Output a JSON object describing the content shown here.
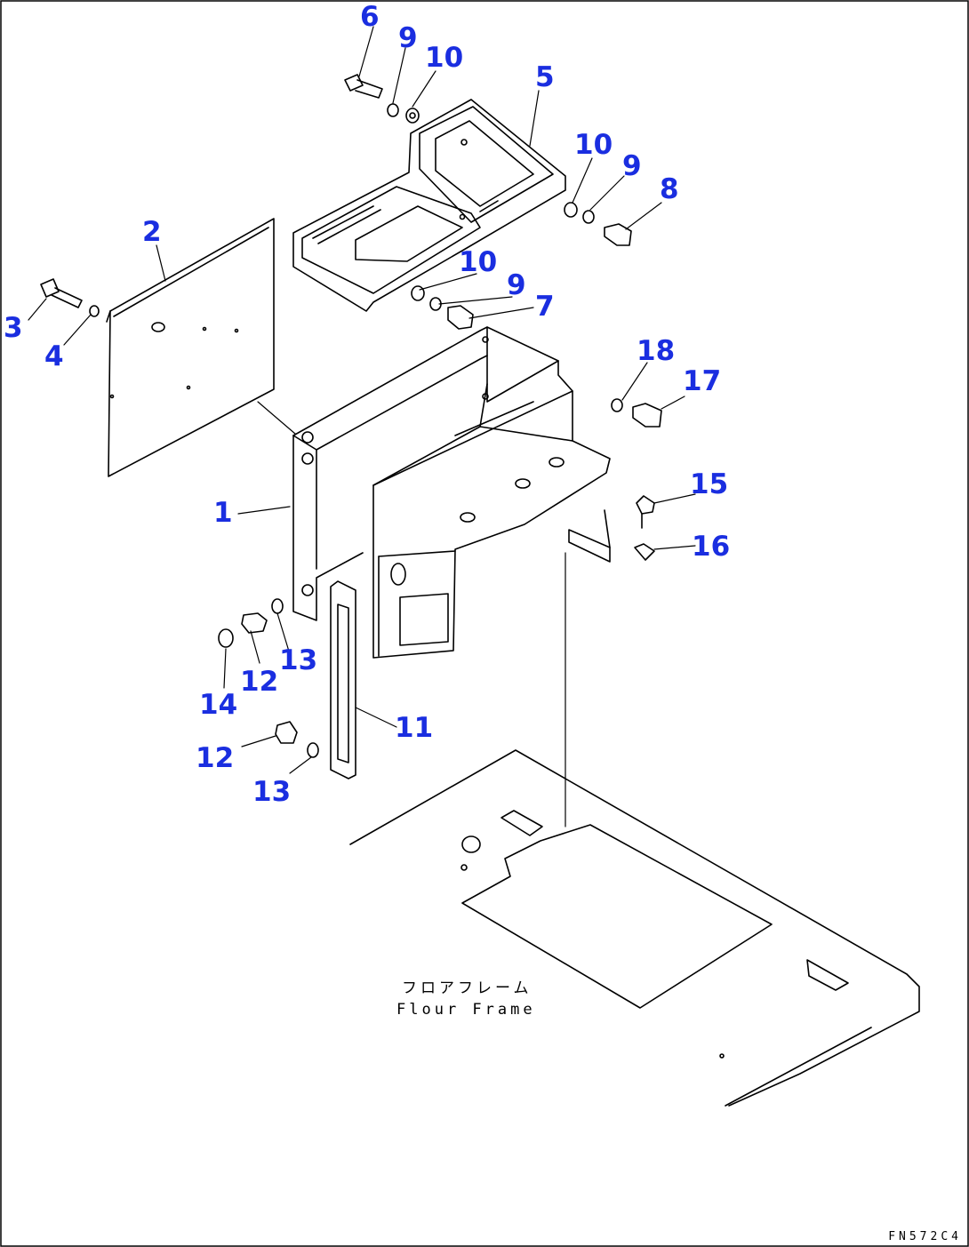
{
  "callouts": [
    {
      "id": "c6",
      "text": "6"
    },
    {
      "id": "c9a",
      "text": "9"
    },
    {
      "id": "c10a",
      "text": "10"
    },
    {
      "id": "c5",
      "text": "5"
    },
    {
      "id": "c10b",
      "text": "10"
    },
    {
      "id": "c9b",
      "text": "9"
    },
    {
      "id": "c8",
      "text": "8"
    },
    {
      "id": "c2",
      "text": "2"
    },
    {
      "id": "c3",
      "text": "3"
    },
    {
      "id": "c4",
      "text": "4"
    },
    {
      "id": "c10c",
      "text": "10"
    },
    {
      "id": "c9c",
      "text": "9"
    },
    {
      "id": "c7",
      "text": "7"
    },
    {
      "id": "c18",
      "text": "18"
    },
    {
      "id": "c17",
      "text": "17"
    },
    {
      "id": "c15",
      "text": "15"
    },
    {
      "id": "c1",
      "text": "1"
    },
    {
      "id": "c16",
      "text": "16"
    },
    {
      "id": "c13a",
      "text": "13"
    },
    {
      "id": "c12a",
      "text": "12"
    },
    {
      "id": "c14",
      "text": "14"
    },
    {
      "id": "c11",
      "text": "11"
    },
    {
      "id": "c12b",
      "text": "12"
    },
    {
      "id": "c13b",
      "text": "13"
    }
  ],
  "floor_frame": {
    "jp_label": "フロアフレーム",
    "en_label": "Flour Frame"
  },
  "drawing_code": "FN572C4",
  "colors": {
    "callout": "#1a2ee0",
    "line": "#000000",
    "background": "#ffffff"
  }
}
